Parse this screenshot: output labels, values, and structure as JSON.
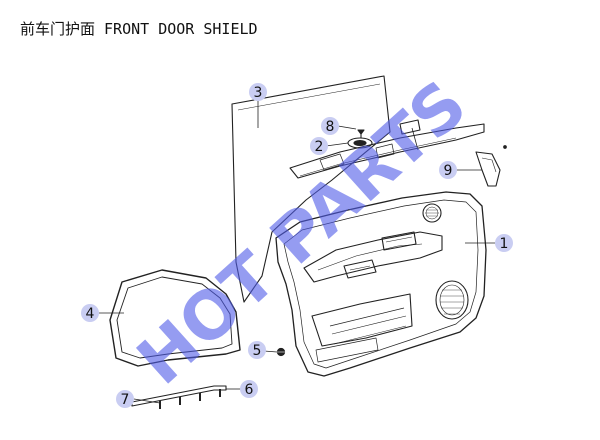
{
  "title": "前车门护面 FRONT DOOR SHIELD",
  "watermark": {
    "text": "HOT PARTS",
    "color": "#4f5be8"
  },
  "callout_color": "#c9cdf2",
  "parts": [
    {
      "number": "1",
      "name": "door-trim-panel"
    },
    {
      "number": "2",
      "name": "handle-bezel"
    },
    {
      "number": "3",
      "name": "vapor-barrier-sheet"
    },
    {
      "number": "4",
      "name": "weather-seal"
    },
    {
      "number": "5",
      "name": "clip"
    },
    {
      "number": "6",
      "name": "window-strip-end"
    },
    {
      "number": "7",
      "name": "window-strip"
    },
    {
      "number": "8",
      "name": "screw"
    },
    {
      "number": "9",
      "name": "mirror-cover"
    }
  ]
}
